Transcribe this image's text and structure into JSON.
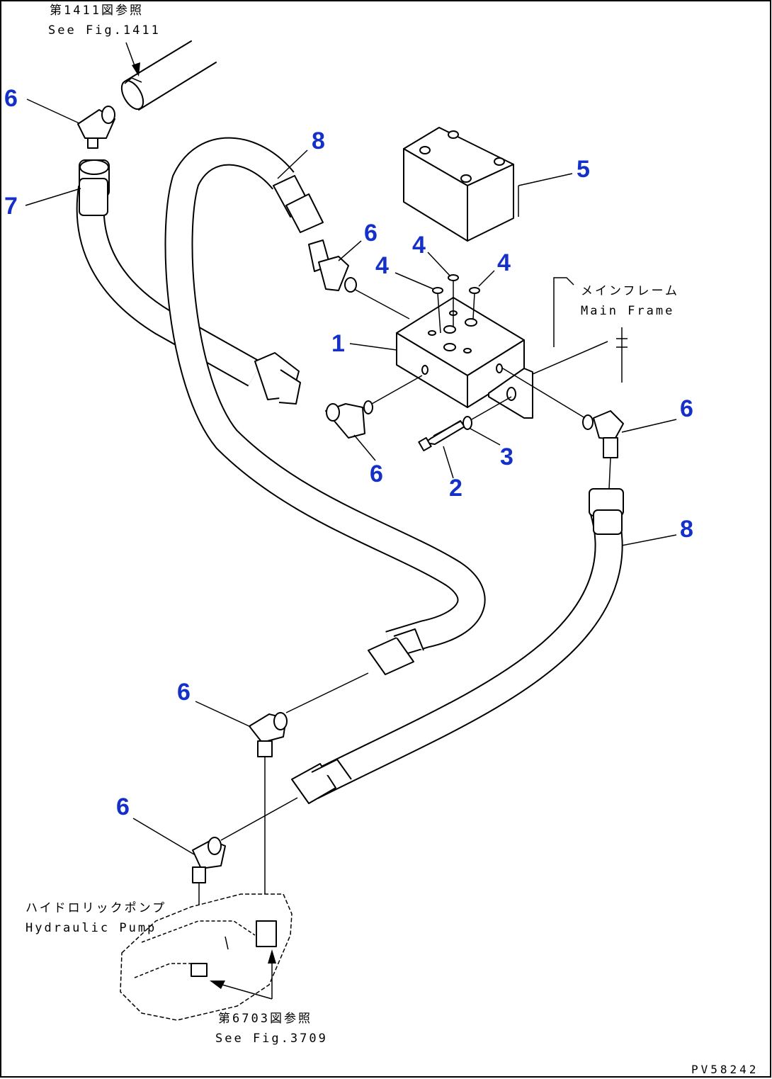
{
  "callouts": {
    "c1": "1",
    "c2": "2",
    "c3": "3",
    "c4a": "4",
    "c4b": "4",
    "c4c": "4",
    "c5": "5",
    "c6a": "6",
    "c6b": "6",
    "c6c": "6",
    "c6d": "6",
    "c6e": "6",
    "c6f": "6",
    "c7": "7",
    "c8a": "8",
    "c8b": "8"
  },
  "notes": {
    "top_jp": "第1411図参照",
    "top_en": "See Fig.1411",
    "frame_jp": "メインフレーム",
    "frame_en": "Main Frame",
    "pump_jp": "ハイドロリックポンプ",
    "pump_en": "Hydraulic Pump",
    "bottom_jp": "第6703図参照",
    "bottom_en": "See Fig.3709"
  },
  "drawing_code": "PV58242",
  "colors": {
    "callout": "#1530c8",
    "linework": "#000000",
    "background": "#ffffff"
  }
}
